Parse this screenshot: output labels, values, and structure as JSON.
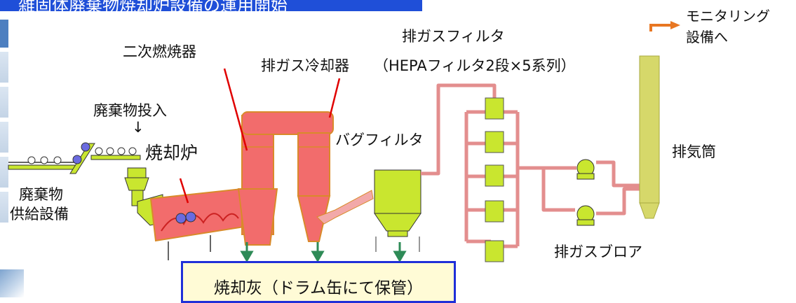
{
  "title": "雑固体廃棄物焼却炉設備の運用開始",
  "labels": {
    "secondary_combustor": "二次燃焼器",
    "exhaust_filter_line1": "排ガスフィルタ",
    "exhaust_filter_line2": "（HEPAフィルタ2段×5系列）",
    "exhaust_cooler": "排ガス冷却器",
    "waste_input": "廃棄物投入",
    "waste_input_arrow": "↓",
    "incinerator": "焼却炉",
    "bag_filter": "バグフィルタ",
    "stack": "排気筒",
    "waste_feed_line1": "廃棄物",
    "waste_feed_line2": "供給設備",
    "exhaust_blower": "排ガスブロア",
    "ash_storage": "焼却灰（ドラム缶にて保管）",
    "monitoring_line1": "モニタリング",
    "monitoring_line2": "設備へ"
  },
  "colors": {
    "banner": "#1f4fd8",
    "combustor": "#f26c6c",
    "equipment_outline": "#d98a2a",
    "bag_filter": "#c9e62f",
    "duct": "#e38e8e",
    "stack": "#d6d86a",
    "ash_arrow": "#2e8b57",
    "monitor_arrow": "#e87722",
    "ash_box_border": "#1f2fd8",
    "ash_box_fill": "#fffbd6"
  }
}
